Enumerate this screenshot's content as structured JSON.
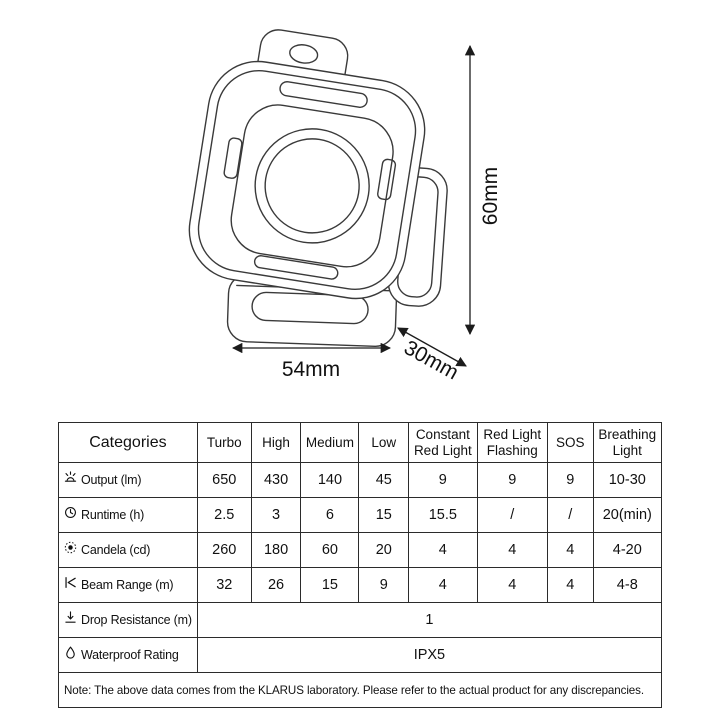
{
  "diagram": {
    "height_label": "60mm",
    "width_label": "54mm",
    "depth_label": "30mm"
  },
  "table": {
    "header": [
      "Categories",
      "Turbo",
      "High",
      "Medium",
      "Low",
      "Constant Red Light",
      "Red Light Flashing",
      "SOS",
      "Breathing Light"
    ],
    "rows": [
      {
        "icon": "brightness-icon",
        "label": "Output (lm)",
        "values": [
          "650",
          "430",
          "140",
          "45",
          "9",
          "9",
          "9",
          "10-30"
        ]
      },
      {
        "icon": "clock-icon",
        "label": "Runtime (h)",
        "values": [
          "2.5",
          "3",
          "6",
          "15",
          "15.5",
          "/",
          "/",
          "20(min)"
        ]
      },
      {
        "icon": "candela-icon",
        "label": "Candela (cd)",
        "values": [
          "260",
          "180",
          "60",
          "20",
          "4",
          "4",
          "4",
          "4-20"
        ]
      },
      {
        "icon": "beam-range-icon",
        "label": "Beam Range (m)",
        "values": [
          "32",
          "26",
          "15",
          "9",
          "4",
          "4",
          "4",
          "4-8"
        ]
      },
      {
        "icon": "drop-resistance-icon",
        "label": "Drop Resistance (m)",
        "span_value": "1"
      },
      {
        "icon": "waterproof-icon",
        "label": "Waterproof Rating",
        "span_value": "IPX5"
      }
    ],
    "note": "Note: The above data comes from the KLARUS laboratory. Please refer to the actual product for any discrepancies."
  }
}
